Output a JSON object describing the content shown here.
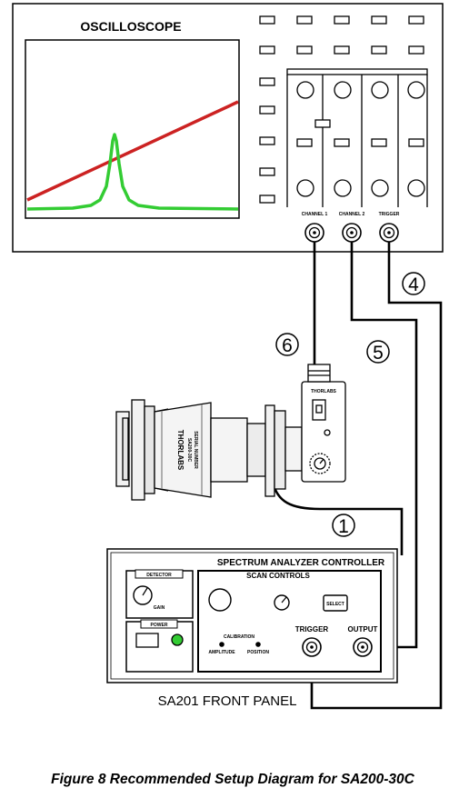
{
  "oscilloscope": {
    "title": "OSCILLOSCOPE",
    "channel1_label": "CHANNEL 1",
    "channel2_label": "CHANNEL 2",
    "trigger_label": "TRIGGER",
    "trace_colors": {
      "ramp": "#cc2222",
      "peak": "#33cc33"
    }
  },
  "connections": [
    "6",
    "5",
    "4",
    "1"
  ],
  "analyzer": {
    "label_lines": [
      "THORLABS",
      "SA200-30C",
      "SERIAL NUMBER"
    ],
    "photodetector_label": "THORLABS"
  },
  "controller": {
    "title": "SPECTRUM ANALYZER CONTROLLER",
    "detector_label": "DETECTOR",
    "gain_label": "GAIN",
    "power_label": "POWER",
    "scan_controls_label": "SCAN CONTROLS",
    "select_label": "SELECT",
    "calibration_label": "CALIBRATION",
    "amplitude_label": "AMPLITUDE",
    "position_label": "POSITION",
    "trigger_label": "TRIGGER",
    "output_label": "OUTPUT",
    "power_led_color": "#33cc33"
  },
  "panel_caption": "SA201 FRONT PANEL",
  "figure_caption": "Figure 8  Recommended Setup Diagram for SA200-30C"
}
